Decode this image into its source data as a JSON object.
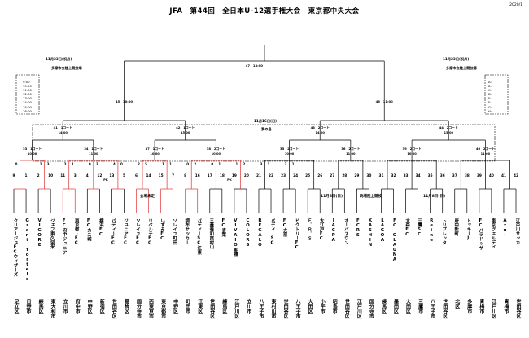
{
  "title": "JFA　第44回　全日本U-12選手権大会　東京都中央大会",
  "date_corner": "2020/1",
  "left_date": "11月23日(祝月)",
  "left_venue": "多摩市立陸上競技場",
  "right_date": "11月23日(祝月)",
  "right_venue": "多摩市立陸上競技場",
  "center_date": "11月16日(日)",
  "center_venue": "夢の島",
  "note_a": "会場未定",
  "note_b": "11月8日(日)",
  "note_c": "駒場陸上競技",
  "note_d": "11月8日(日)",
  "left_schedule": [
    "9:00",
    "10:00",
    "11:00",
    "12:00",
    "13:00",
    "14:00",
    "15:00",
    "16:00"
  ],
  "right_schedule": [
    "A:",
    "B:",
    "C:",
    "D:",
    "E:",
    "F:",
    "G:",
    "H:"
  ],
  "final_label": "47　13:00",
  "semi_labels": [
    "45　10:00",
    "46　11:00"
  ],
  "qf_labels": [
    "41　1コート",
    "42　1コート",
    "43　2コート",
    "44　2コート"
  ],
  "qf_times": [
    "14:00",
    "15:00",
    "14:00",
    "15:00"
  ],
  "r16_labels": [
    "33　1コート",
    "34　1コート",
    "37　1コート",
    "38　2コート",
    "35　2コート",
    "36　2コート",
    "39　2コート",
    "40　2コート"
  ],
  "r16_times": [
    "10:00",
    "11:00",
    "10:00",
    "10:00",
    "10:00",
    "11:00",
    "10:00",
    "11:00"
  ],
  "pk_labels": [
    "PK",
    "PK"
  ],
  "slots": [
    {
      "num": "9",
      "team": "クリアージュFCウィザーズ",
      "pref": "足立区",
      "score": "0"
    },
    {
      "num": "1",
      "team": "Grant fortele",
      "pref": "日野市",
      "score": ""
    },
    {
      "num": "2",
      "team": "VIGORE",
      "pref": "練馬区",
      "score": "1"
    },
    {
      "num": "10",
      "team": "ジェフ東久留米",
      "pref": "東大和市",
      "score": "3"
    },
    {
      "num": "11",
      "team": "FC府中ジュニア",
      "pref": "立川市",
      "score": "2"
    },
    {
      "num": "3",
      "team": "東京都・FC",
      "pref": "府中市",
      "score": "1"
    },
    {
      "num": "4",
      "team": "FCカニ城",
      "pref": "中野区",
      "score": "0"
    },
    {
      "num": "12",
      "team": "横浜FC",
      "pref": "新宿区",
      "score": "3"
    },
    {
      "num": "13",
      "team": "バディーFC",
      "pref": "世田谷区",
      "score": "4"
    },
    {
      "num": "5",
      "team": "ジュニアFC",
      "pref": "葛飾区",
      "score": "0"
    },
    {
      "num": "6",
      "team": "ソレイユFC",
      "pref": "国分寺市",
      "score": "2"
    },
    {
      "num": "14",
      "team": "リベルテFC",
      "pref": "西東京市",
      "score": "5"
    },
    {
      "num": "15",
      "team": "いずみFC",
      "pref": "東京都市",
      "score": "1"
    },
    {
      "num": "7",
      "team": "ソレイユ町田",
      "pref": "中野区",
      "score": "1"
    },
    {
      "num": "8",
      "team": "調布サッカー",
      "pref": "町田市",
      "score": "0"
    },
    {
      "num": "16",
      "team": "バディーSC江東",
      "pref": "江東区",
      "score": "2"
    },
    {
      "num": "17",
      "team": "三菱養和東村山",
      "pref": "世田谷区",
      "score": "0"
    },
    {
      "num": "18",
      "team": "FC青葉",
      "pref": "練馬区",
      "score": "1"
    },
    {
      "num": "19",
      "team": "VIVAIO船橋",
      "pref": "江戸川区",
      "score": "1"
    },
    {
      "num": "20",
      "team": "COLORS",
      "pref": "立川市",
      "score": "2"
    },
    {
      "num": "21",
      "team": "REGALO",
      "pref": "八王子市",
      "score": "3"
    },
    {
      "num": "22",
      "team": "バディーSC",
      "pref": "東村山市",
      "score": "1"
    },
    {
      "num": "23",
      "team": "FC大泉",
      "pref": "世田谷区",
      "score": "3"
    },
    {
      "num": "24",
      "team": "ビクトリーFC",
      "pref": "八王子市",
      "score": "1"
    },
    {
      "num": "25",
      "team": "Ｅ．Ｒ．Ｓ",
      "pref": "大田区",
      "score": ""
    },
    {
      "num": "26",
      "team": "大江戸FC",
      "pref": "小平市",
      "score": ""
    },
    {
      "num": "27",
      "team": "JACPA",
      "pref": "昭島市",
      "score": ""
    },
    {
      "num": "28",
      "team": "オーバスウン",
      "pref": "世田谷区",
      "score": ""
    },
    {
      "num": "29",
      "team": "FCRS",
      "pref": "江戸川区",
      "score": ""
    },
    {
      "num": "30",
      "team": "KASHIN",
      "pref": "国分寺市",
      "score": ""
    },
    {
      "num": "31",
      "team": "LAGOA",
      "pref": "練馬区",
      "score": ""
    },
    {
      "num": "32",
      "team": "FC GLAUNA",
      "pref": "墨田区",
      "score": ""
    },
    {
      "num": "33",
      "team": "大森FC",
      "pref": "大田区",
      "score": ""
    },
    {
      "num": "34",
      "team": "三鷹SC",
      "pref": "三鷹市",
      "score": ""
    },
    {
      "num": "35",
      "team": "Reine",
      "pref": "八王子市",
      "score": ""
    },
    {
      "num": "36",
      "team": "トリプレッタ",
      "pref": "世田谷区",
      "score": ""
    },
    {
      "num": "37",
      "team": "府中新町",
      "pref": "北区",
      "score": ""
    },
    {
      "num": "38",
      "team": "トッキーJ",
      "pref": "多摩市",
      "score": ""
    },
    {
      "num": "39",
      "team": "FCパラドッサ",
      "pref": "青梅市",
      "score": ""
    },
    {
      "num": "40",
      "team": "東京ヴェルディ",
      "pref": "江戸川区",
      "score": ""
    },
    {
      "num": "41",
      "team": "Azul",
      "pref": "青梅市",
      "score": ""
    },
    {
      "num": "42",
      "team": "江戸川サッカー",
      "pref": "世田谷区",
      "score": ""
    }
  ]
}
